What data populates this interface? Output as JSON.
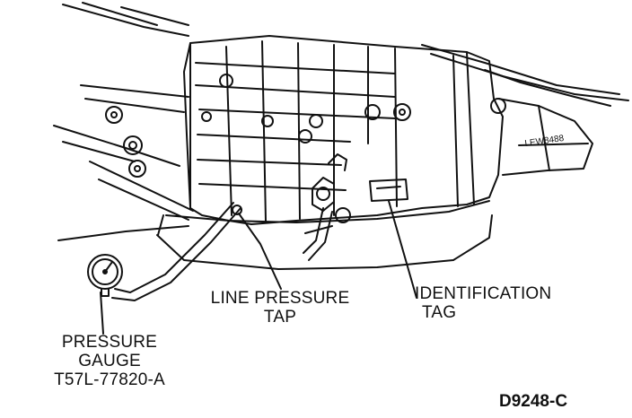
{
  "callouts": {
    "line_pressure_tap": {
      "line1": "LINE PRESSURE",
      "line2": "TAP"
    },
    "identification_tag": {
      "line1": "IDENTIFICATION",
      "line2": "TAG"
    },
    "pressure_gauge": {
      "line1": "PRESSURE",
      "line2": "GAUGE",
      "line3": "T57L-77820-A"
    }
  },
  "figure_id": "D9248-C",
  "casting_mark": "LEW8488",
  "colors": {
    "ink": "#111111",
    "paper": "#ffffff"
  }
}
